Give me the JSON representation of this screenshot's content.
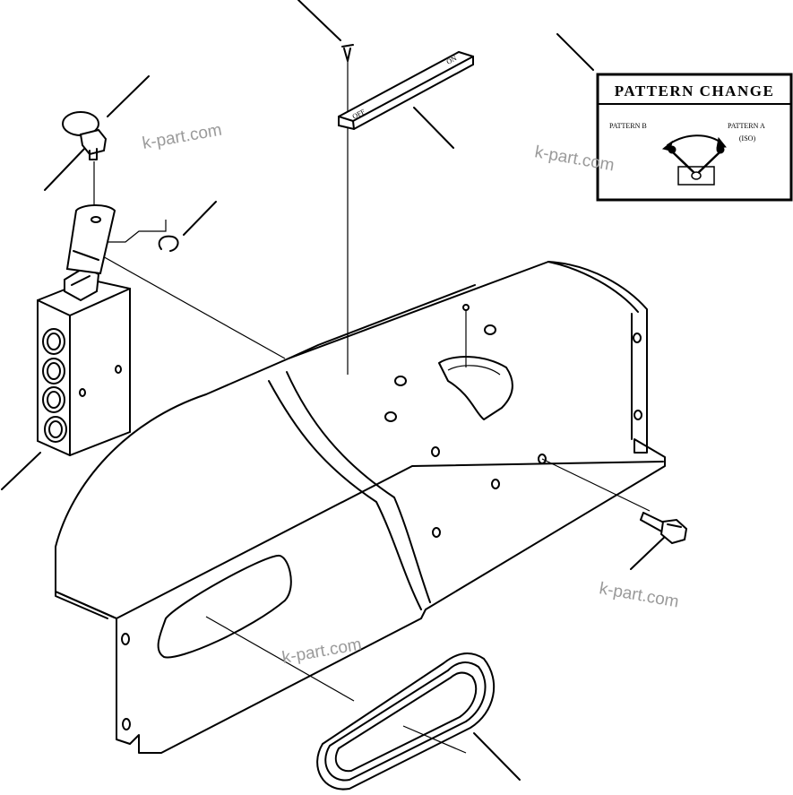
{
  "plate": {
    "title": "PATTERN  CHANGE",
    "pattern_b": "PATTERN B",
    "pattern_a": "PATTERN A",
    "pattern_a_note": "(ISO)"
  },
  "watermarks": [
    "k-part.com",
    "k-part.com",
    "k-part.com",
    "k-part.com"
  ],
  "lever_label": "OFF"
}
